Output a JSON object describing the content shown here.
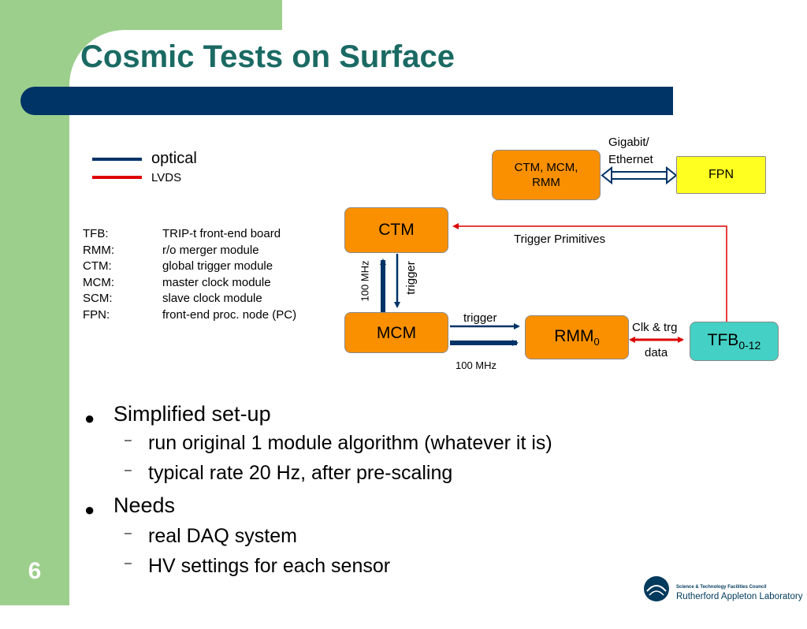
{
  "title": "Cosmic Tests on Surface",
  "page_number": "6",
  "colors": {
    "optical": "#003366",
    "lvds": "#dd0000",
    "title_text": "#1a6a63",
    "sidebar": "#9ccf8c"
  },
  "legend": {
    "optical": "optical",
    "lvds": "LVDS"
  },
  "glossary": [
    {
      "abbr": "TFB:",
      "desc": "TRIP-t front-end board"
    },
    {
      "abbr": "RMM:",
      "desc": "r/o merger module"
    },
    {
      "abbr": "CTM:",
      "desc": "global trigger module"
    },
    {
      "abbr": "MCM:",
      "desc": "master clock module"
    },
    {
      "abbr": "SCM:",
      "desc": "slave clock module"
    },
    {
      "abbr": "FPN:",
      "desc": "front-end proc. node (PC)"
    }
  ],
  "diagram": {
    "ctm_group_line1": "CTM, MCM,",
    "ctm_group_line2": "RMM",
    "fpn": "FPN",
    "gigabit_line1": "Gigabit/",
    "gigabit_line2": "Ethernet",
    "ctm": "CTM",
    "mcm": "MCM",
    "rmm": "RMM",
    "rmm_sub": "0",
    "tfb": "TFB",
    "tfb_sub": "0-12",
    "trigger_primitives": "Trigger Primitives",
    "freq_vertical": "100 MHz",
    "trigger_vertical": "trigger",
    "trigger_horizontal": "trigger",
    "freq_horizontal": "100 MHz",
    "clk_trg": "Clk & trg",
    "data": "data"
  },
  "bullets": [
    {
      "text": "Simplified set-up",
      "subs": [
        "run original 1 module algorithm (whatever it is)",
        "typical rate 20 Hz, after pre-scaling"
      ]
    },
    {
      "text": "Needs",
      "subs": [
        "real DAQ system",
        "HV settings for each sensor"
      ]
    }
  ],
  "logo": {
    "line1": "Science & Technology Facilities Council",
    "line2": "Rutherford Appleton Laboratory"
  }
}
